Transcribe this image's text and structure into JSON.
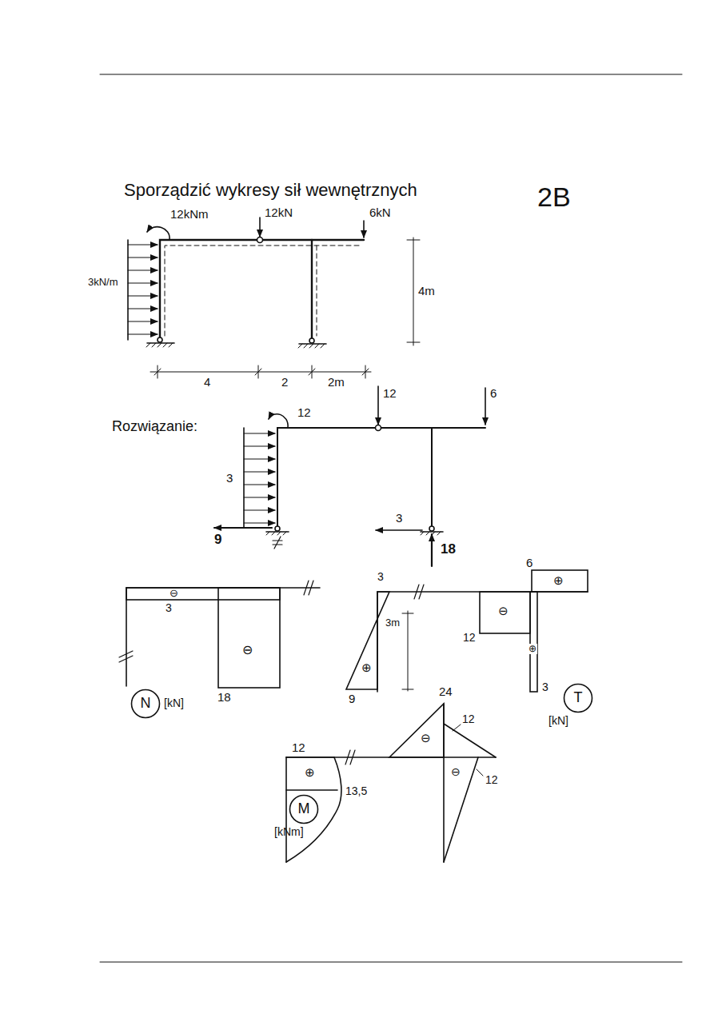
{
  "diagram": {
    "title": "Sporządzić wykresy sił wewnętrznych",
    "nodes": [
      {
        "text": [
          "N",
          "[kN]"
        ]
      },
      {
        "text": [
          "T",
          "[kN]"
        ]
      },
      {
        "text": [
          "M",
          "[kNm]"
        ]
      }
    ],
    "labels": [
      "2B",
      "12kNm",
      "12kN",
      "6kN",
      "3kN/m",
      "4m",
      "4",
      "2",
      "2m",
      "Rozwiązanie:",
      "12",
      "12",
      "6",
      "3",
      "9",
      "3",
      "18",
      "⊖",
      "3",
      "⊖",
      "18",
      "3",
      "3m",
      "⊕",
      "9",
      "⊖",
      "12",
      "6",
      "⊕",
      "⊕",
      "3",
      "12",
      "⊕",
      "13,5",
      "24",
      "⊖",
      "12",
      "⊖",
      "12"
    ]
  }
}
